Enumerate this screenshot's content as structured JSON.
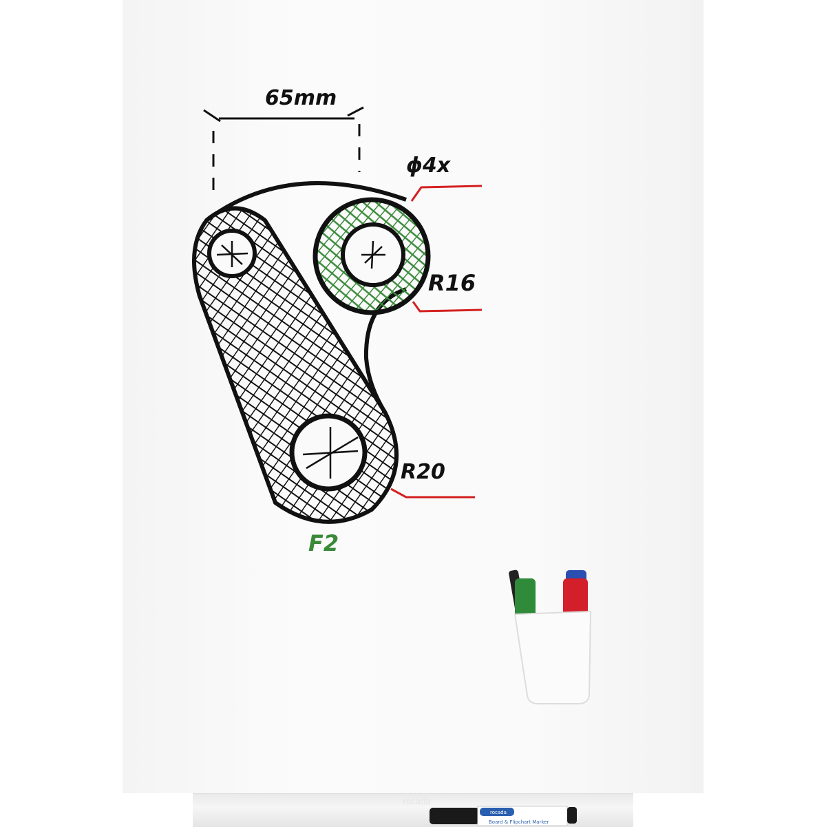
{
  "board": {
    "annotations": {
      "width_dimension": "65mm",
      "hole_spec": "ϕ4x",
      "radius_small": "R16",
      "radius_large": "R20",
      "part_label": "F2"
    },
    "colors": {
      "board": "#f8f8f8",
      "ink_black": "#111111",
      "ink_green": "#3a8a3a",
      "ink_red": "#d42020"
    }
  },
  "marker": {
    "brand": "rocada",
    "label": "Board & Flipchart Marker",
    "color": "#2a5fb0"
  },
  "tray": {
    "brand": "rocada"
  }
}
